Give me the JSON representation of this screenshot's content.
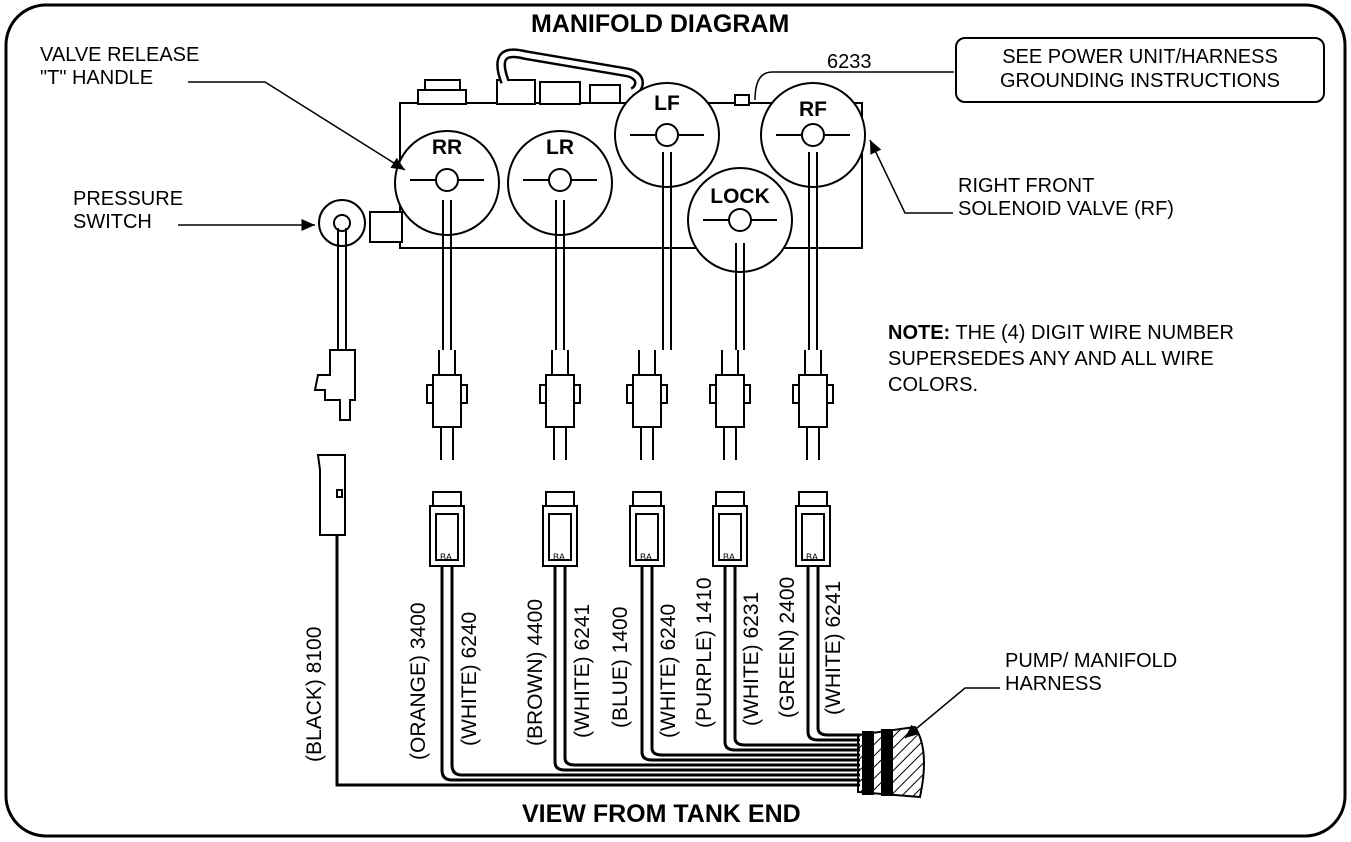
{
  "title": "MANIFOLD DIAGRAM",
  "footer": "VIEW FROM TANK END",
  "callouts": {
    "valve_release_line1": "VALVE RELEASE",
    "valve_release_line2": "\"T\" HANDLE",
    "pressure_switch_line1": "PRESSURE",
    "pressure_switch_line2": "SWITCH",
    "right_front_line1": "RIGHT FRONT",
    "right_front_line2": "SOLENOID VALVE (RF)",
    "harness_line1": "PUMP/ MANIFOLD",
    "harness_line2": "HARNESS",
    "grounding_line1": "SEE POWER UNIT/HARNESS",
    "grounding_line2": "GROUNDING INSTRUCTIONS",
    "ground_wire_number": "6233"
  },
  "note": {
    "prefix": "NOTE:",
    "text": " THE (4) DIGIT WIRE NUMBER SUPERSEDES ANY AND ALL WIRE COLORS."
  },
  "valves": [
    {
      "label": "RR"
    },
    {
      "label": "LR"
    },
    {
      "label": "LF"
    },
    {
      "label": "LOCK"
    },
    {
      "label": "RF"
    }
  ],
  "connector_pin_label": "BA",
  "wires": [
    {
      "label": "(BLACK) 8100"
    },
    {
      "label": "(ORANGE) 3400"
    },
    {
      "label": "(WHITE) 6240"
    },
    {
      "label": "(BROWN) 4400"
    },
    {
      "label": "(WHITE) 6241"
    },
    {
      "label": "(BLUE) 1400"
    },
    {
      "label": "(WHITE) 6240"
    },
    {
      "label": "(PURPLE) 1410"
    },
    {
      "label": "(WHITE) 6231"
    },
    {
      "label": "(GREEN) 2400"
    },
    {
      "label": "(WHITE) 6241"
    }
  ]
}
